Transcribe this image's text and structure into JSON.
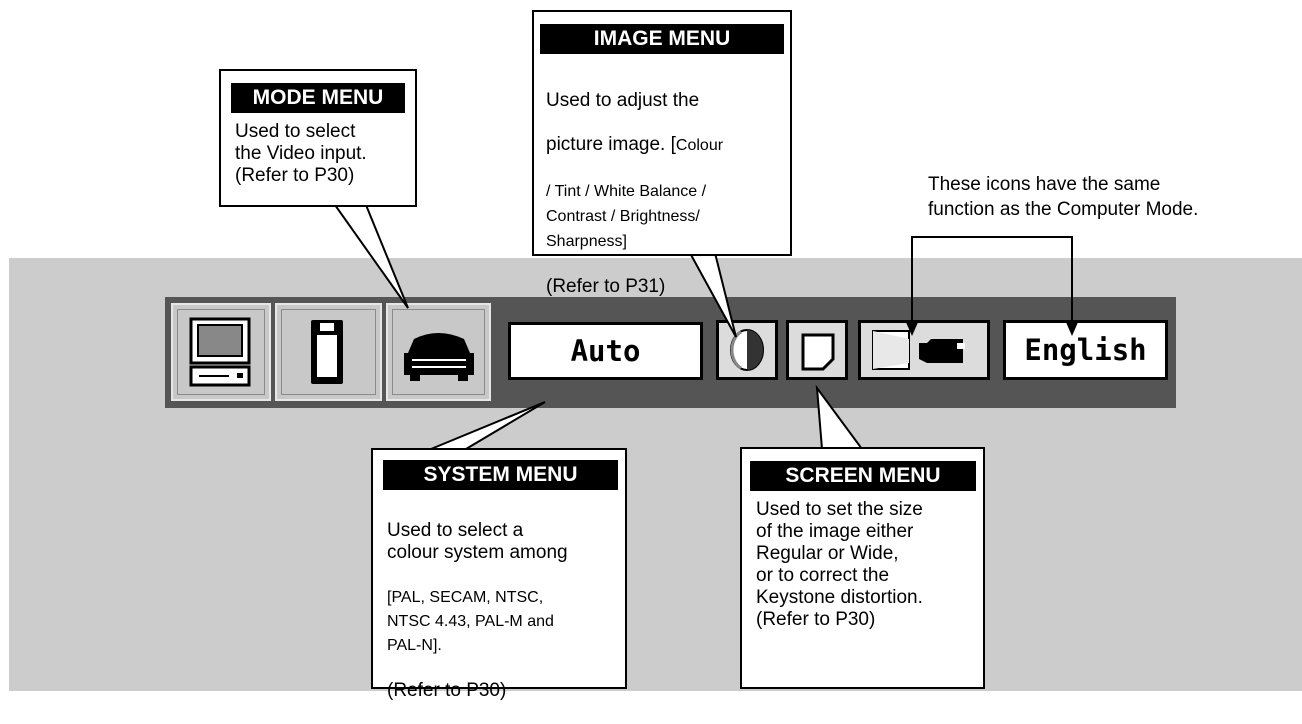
{
  "note": "These icons have the same\nfunction as the Computer Mode.",
  "toolbar": {
    "system_value": "Auto",
    "language_value": "English",
    "icons": [
      "computer-icon",
      "video-card-icon",
      "video-projector-icon",
      "image-adjust-icon",
      "screen-icon",
      "keystone-projector-icon"
    ]
  },
  "callouts": {
    "mode": {
      "title": "MODE MENU",
      "body": "Used to select\nthe Video input.\n(Refer to P30)"
    },
    "image": {
      "title": "IMAGE MENU",
      "body_line1": "Used to adjust the",
      "body_line2a": "picture image.  [",
      "body_line2b": "Colour",
      "body_small": "/ Tint / White Balance /\nContrast / Brightness/\nSharpness]",
      "body_ref": "(Refer to P31)"
    },
    "system": {
      "title": "SYSTEM MENU",
      "body_lead": "Used to select a\ncolour system among",
      "body_small": "[PAL, SECAM, NTSC,\nNTSC 4.43, PAL-M and\nPAL-N].",
      "body_ref": "(Refer to P30)"
    },
    "screen": {
      "title": "SCREEN MENU",
      "body": "Used to set the size\nof the image either\nRegular or  Wide,\nor to correct the\nKeystone distortion.\n(Refer to P30)"
    }
  }
}
